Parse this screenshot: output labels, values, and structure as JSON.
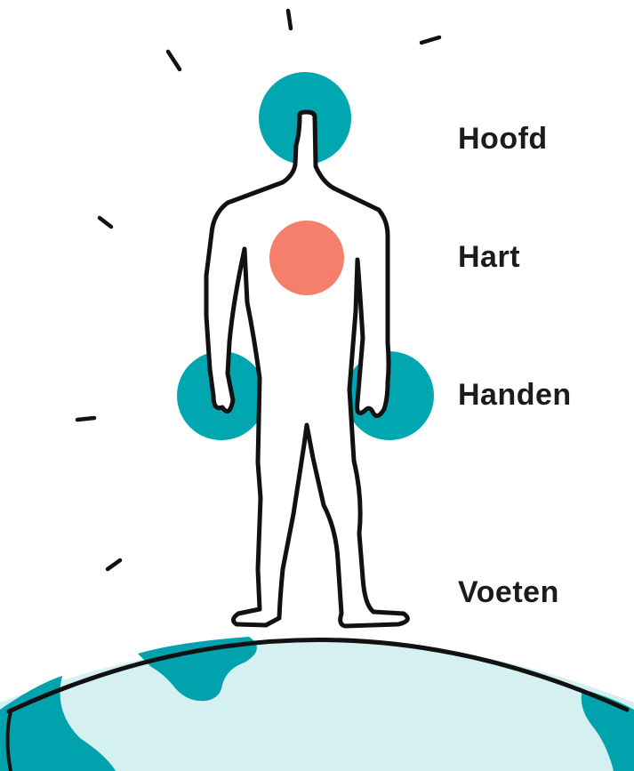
{
  "labels": {
    "head": "Hoofd",
    "heart": "Hart",
    "hands": "Handen",
    "feet": "Voeten"
  },
  "colors": {
    "teal": "#00a6b0",
    "heart": "#f47f6b",
    "globe_light": "#d4f0f1",
    "globe_dark": "#00a2ad",
    "outline": "#111111"
  }
}
